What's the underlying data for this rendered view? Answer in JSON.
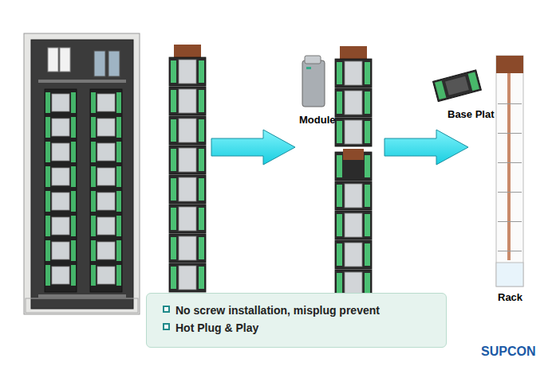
{
  "diagram": {
    "nodes": [
      {
        "text": [
          "No screw installation, misplug prevent",
          "Hot Plug & Play"
        ]
      }
    ],
    "labels": [
      "Module",
      "Base Plat",
      "Rack",
      "SUPCON"
    ]
  }
}
